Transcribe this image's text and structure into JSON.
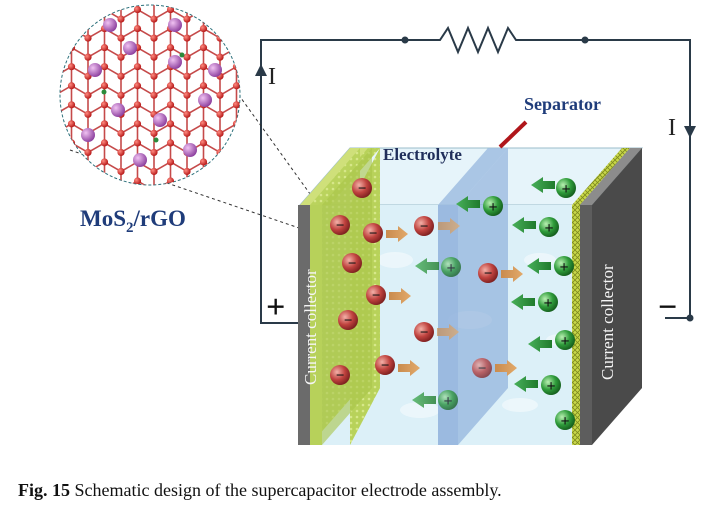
{
  "diagram": {
    "labels": {
      "separator": "Separator",
      "electrolyte": "Electrolyte",
      "current_collector_left": "Current collector",
      "current_collector_right": "Current collector",
      "current_left": "I",
      "current_right": "I",
      "plus_terminal": "+",
      "minus_terminal": "−",
      "material_main": "MoS",
      "material_sub": "2",
      "material_tail": "/rGO"
    },
    "colors": {
      "title_blue": "#1f3c7a",
      "separator_arrow": "#b0161b",
      "electrode_green": "#a9c64a",
      "collector_gray": "#5a5a5a",
      "cation": "#2e9a3a",
      "anion": "#b83a3a",
      "electrolyte": "#d9eef7",
      "separator_fill": "#7ea6d6"
    }
  },
  "caption": {
    "label": "Fig. 15",
    "text": " Schematic design of the supercapacitor electrode assembly."
  }
}
